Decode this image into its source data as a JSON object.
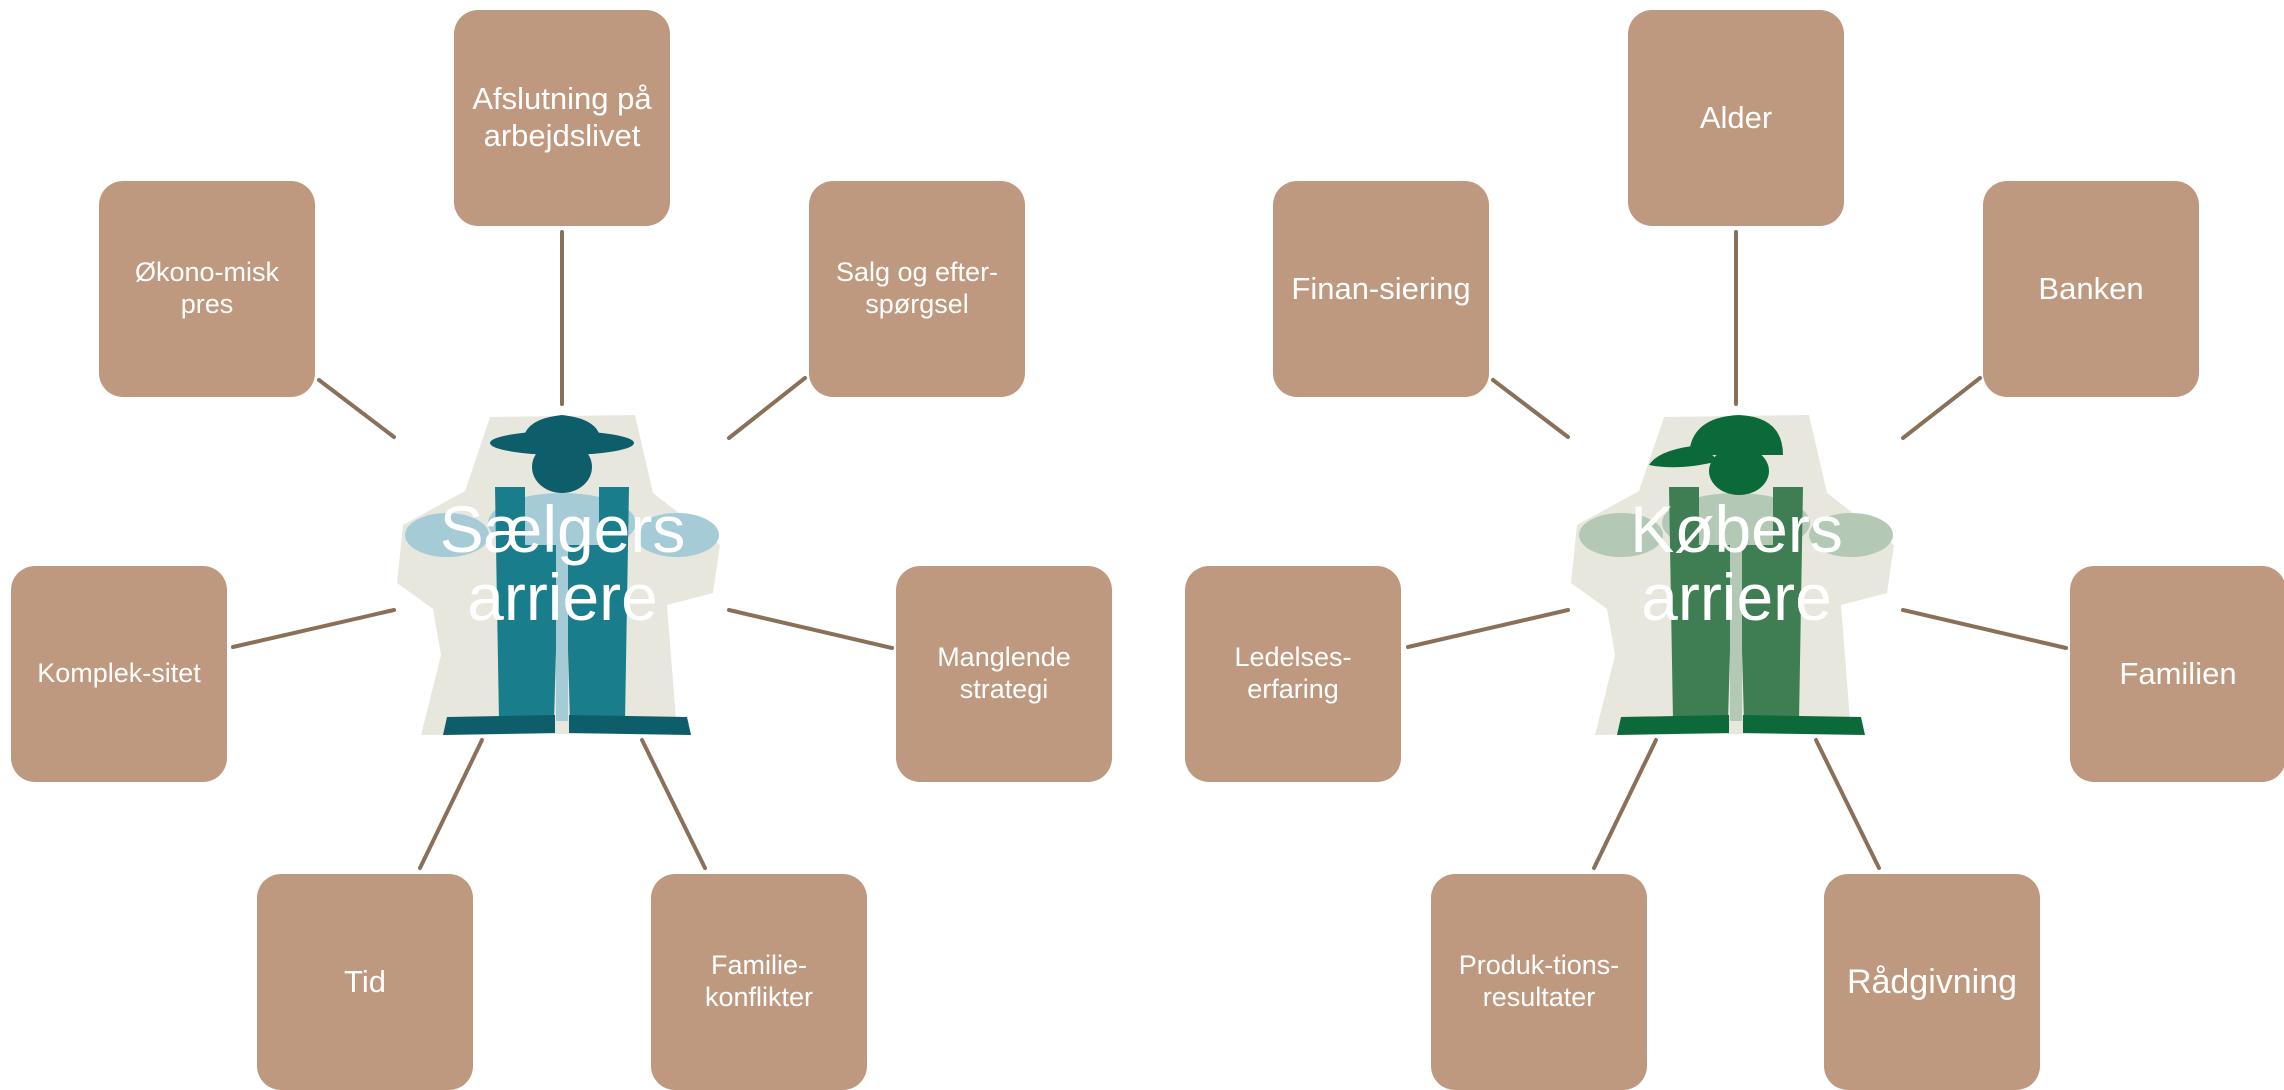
{
  "colors": {
    "box_fill": "#bf997f",
    "connector": "#8b7059",
    "seller_figure": "#1a7d8c",
    "seller_hat": "#0e5d6b",
    "buyer_figure": "#3f7d53",
    "buyer_hat": "#0c6a3a",
    "backdrop": "#e8e7de"
  },
  "seller": {
    "title_line1": "Sælgers",
    "title_line2": "arriere",
    "figure_icon": "farmer-hat-icon",
    "items": [
      "Afslutning på arbejdslivet",
      "Salg og efter-spørgsel",
      "Manglende strategi",
      "Familie-konflikter",
      "Tid",
      "Komplek-sitet",
      "Økono-misk pres"
    ]
  },
  "buyer": {
    "title_line1": "Købers",
    "title_line2": "arriere",
    "figure_icon": "farmer-cap-icon",
    "items": [
      "Alder",
      "Banken",
      "Familien",
      "Rådgivning",
      "Produk-tions-resultater",
      "Ledelses-erfaring",
      "Finan-siering"
    ]
  }
}
